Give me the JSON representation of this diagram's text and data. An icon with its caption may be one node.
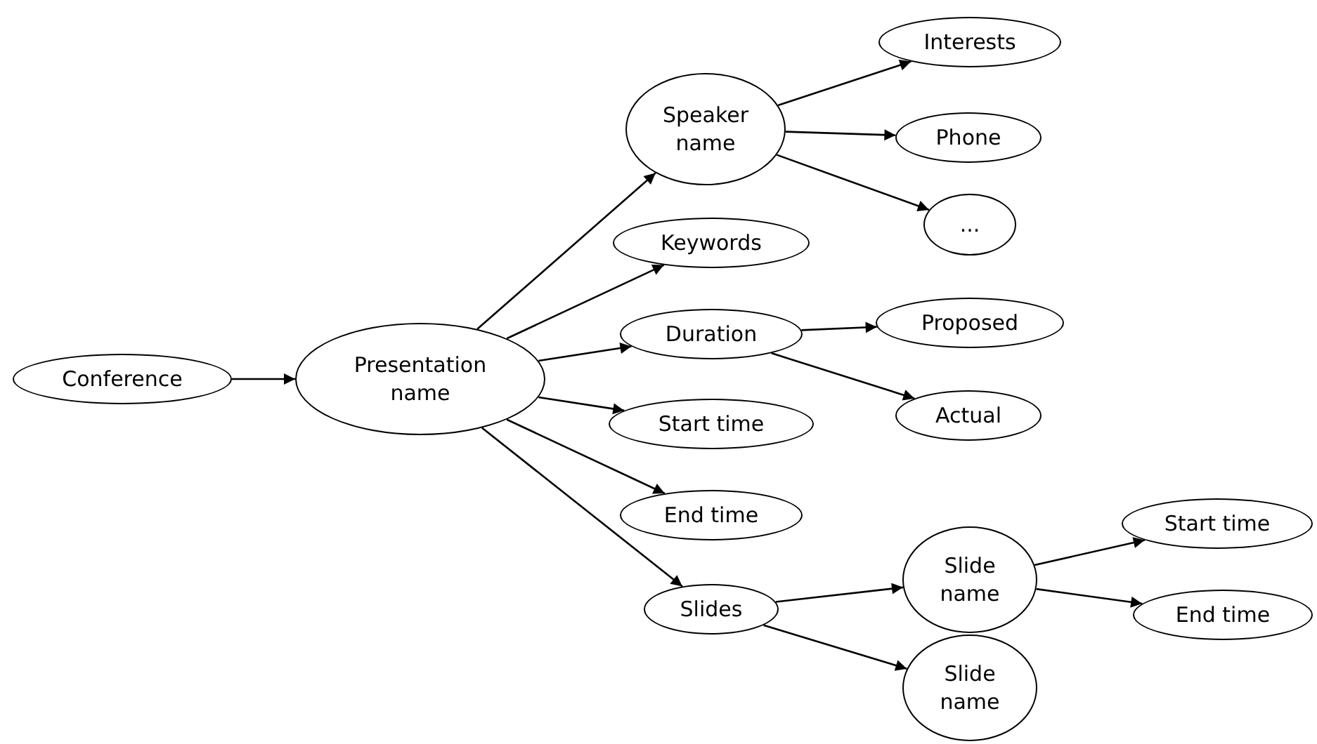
{
  "diagram": {
    "nodes": [
      {
        "text": [
          "Conference"
        ]
      },
      {
        "text": [
          "Presentation name"
        ]
      },
      {
        "text": [
          "Speaker name"
        ]
      },
      {
        "text": [
          "Interests"
        ]
      },
      {
        "text": [
          "Phone"
        ]
      },
      {
        "text": [
          "..."
        ]
      },
      {
        "text": [
          "Keywords"
        ]
      },
      {
        "text": [
          "Duration"
        ]
      },
      {
        "text": [
          "Proposed"
        ]
      },
      {
        "text": [
          "Actual"
        ]
      },
      {
        "text": [
          "Start time"
        ]
      },
      {
        "text": [
          "End time"
        ]
      },
      {
        "text": [
          "Slides"
        ]
      },
      {
        "text": [
          "Slide name"
        ]
      },
      {
        "text": [
          "Slide name"
        ]
      },
      {
        "text": [
          "Start time"
        ]
      },
      {
        "text": [
          "End time"
        ]
      }
    ],
    "edges": [
      {
        "from": 0,
        "to": 1,
        "arrow": "to"
      },
      {
        "from": 1,
        "to": 2,
        "arrow": "to"
      },
      {
        "from": 1,
        "to": 6,
        "arrow": "to"
      },
      {
        "from": 1,
        "to": 7,
        "arrow": "to"
      },
      {
        "from": 1,
        "to": 10,
        "arrow": "to"
      },
      {
        "from": 1,
        "to": 11,
        "arrow": "to"
      },
      {
        "from": 1,
        "to": 12,
        "arrow": "to"
      },
      {
        "from": 2,
        "to": 3,
        "arrow": "to"
      },
      {
        "from": 2,
        "to": 4,
        "arrow": "to"
      },
      {
        "from": 2,
        "to": 5,
        "arrow": "to"
      },
      {
        "from": 7,
        "to": 8,
        "arrow": "to"
      },
      {
        "from": 7,
        "to": 9,
        "arrow": "to"
      },
      {
        "from": 12,
        "to": 13,
        "arrow": "to"
      },
      {
        "from": 12,
        "to": 14,
        "arrow": "to"
      },
      {
        "from": 13,
        "to": 15,
        "arrow": "to"
      },
      {
        "from": 13,
        "to": 16,
        "arrow": "to"
      }
    ]
  }
}
